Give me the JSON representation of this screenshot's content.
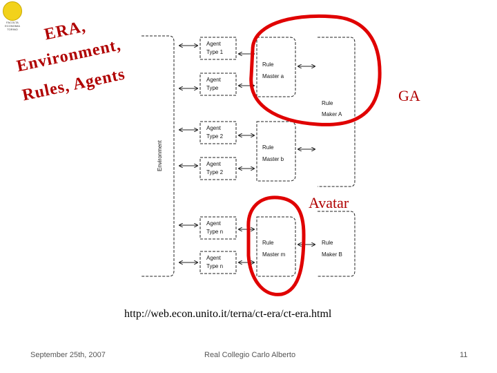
{
  "slide": {
    "logo_text": "FACOLTA ECONOMIA TORINO",
    "title_lines": [
      "ERA,",
      "Environment,",
      "Rules, Agents"
    ],
    "annotation_ga": "GA",
    "annotation_avatar": "Avatar",
    "url": "http://web.econ.unito.it/terna/ct-era/ct-era.html"
  },
  "footer": {
    "date": "September 25th, 2007",
    "center": "Real Collegio Carlo Alberto",
    "page": "11"
  },
  "diagram": {
    "environment": "Environment",
    "agents": [
      {
        "line1": "Agent",
        "line2": "Type 1"
      },
      {
        "line1": "Agent",
        "line2": "Type"
      },
      {
        "line1": "Agent",
        "line2": "Type 2"
      },
      {
        "line1": "Agent",
        "line2": "Type 2"
      },
      {
        "line1": "Agent",
        "line2": "Type n"
      },
      {
        "line1": "Agent",
        "line2": "Type n"
      }
    ],
    "rule_masters": [
      {
        "line1": "Rule",
        "line2": "Master a"
      },
      {
        "line1": "Rule",
        "line2": "Master b"
      },
      {
        "line1": "Rule",
        "line2": "Master m"
      }
    ],
    "rule_makers": [
      {
        "line1": "Rule",
        "line2": "Maker A"
      },
      {
        "line1": "Rule",
        "line2": "Maker B"
      }
    ],
    "highlight_color": "#e00000"
  }
}
